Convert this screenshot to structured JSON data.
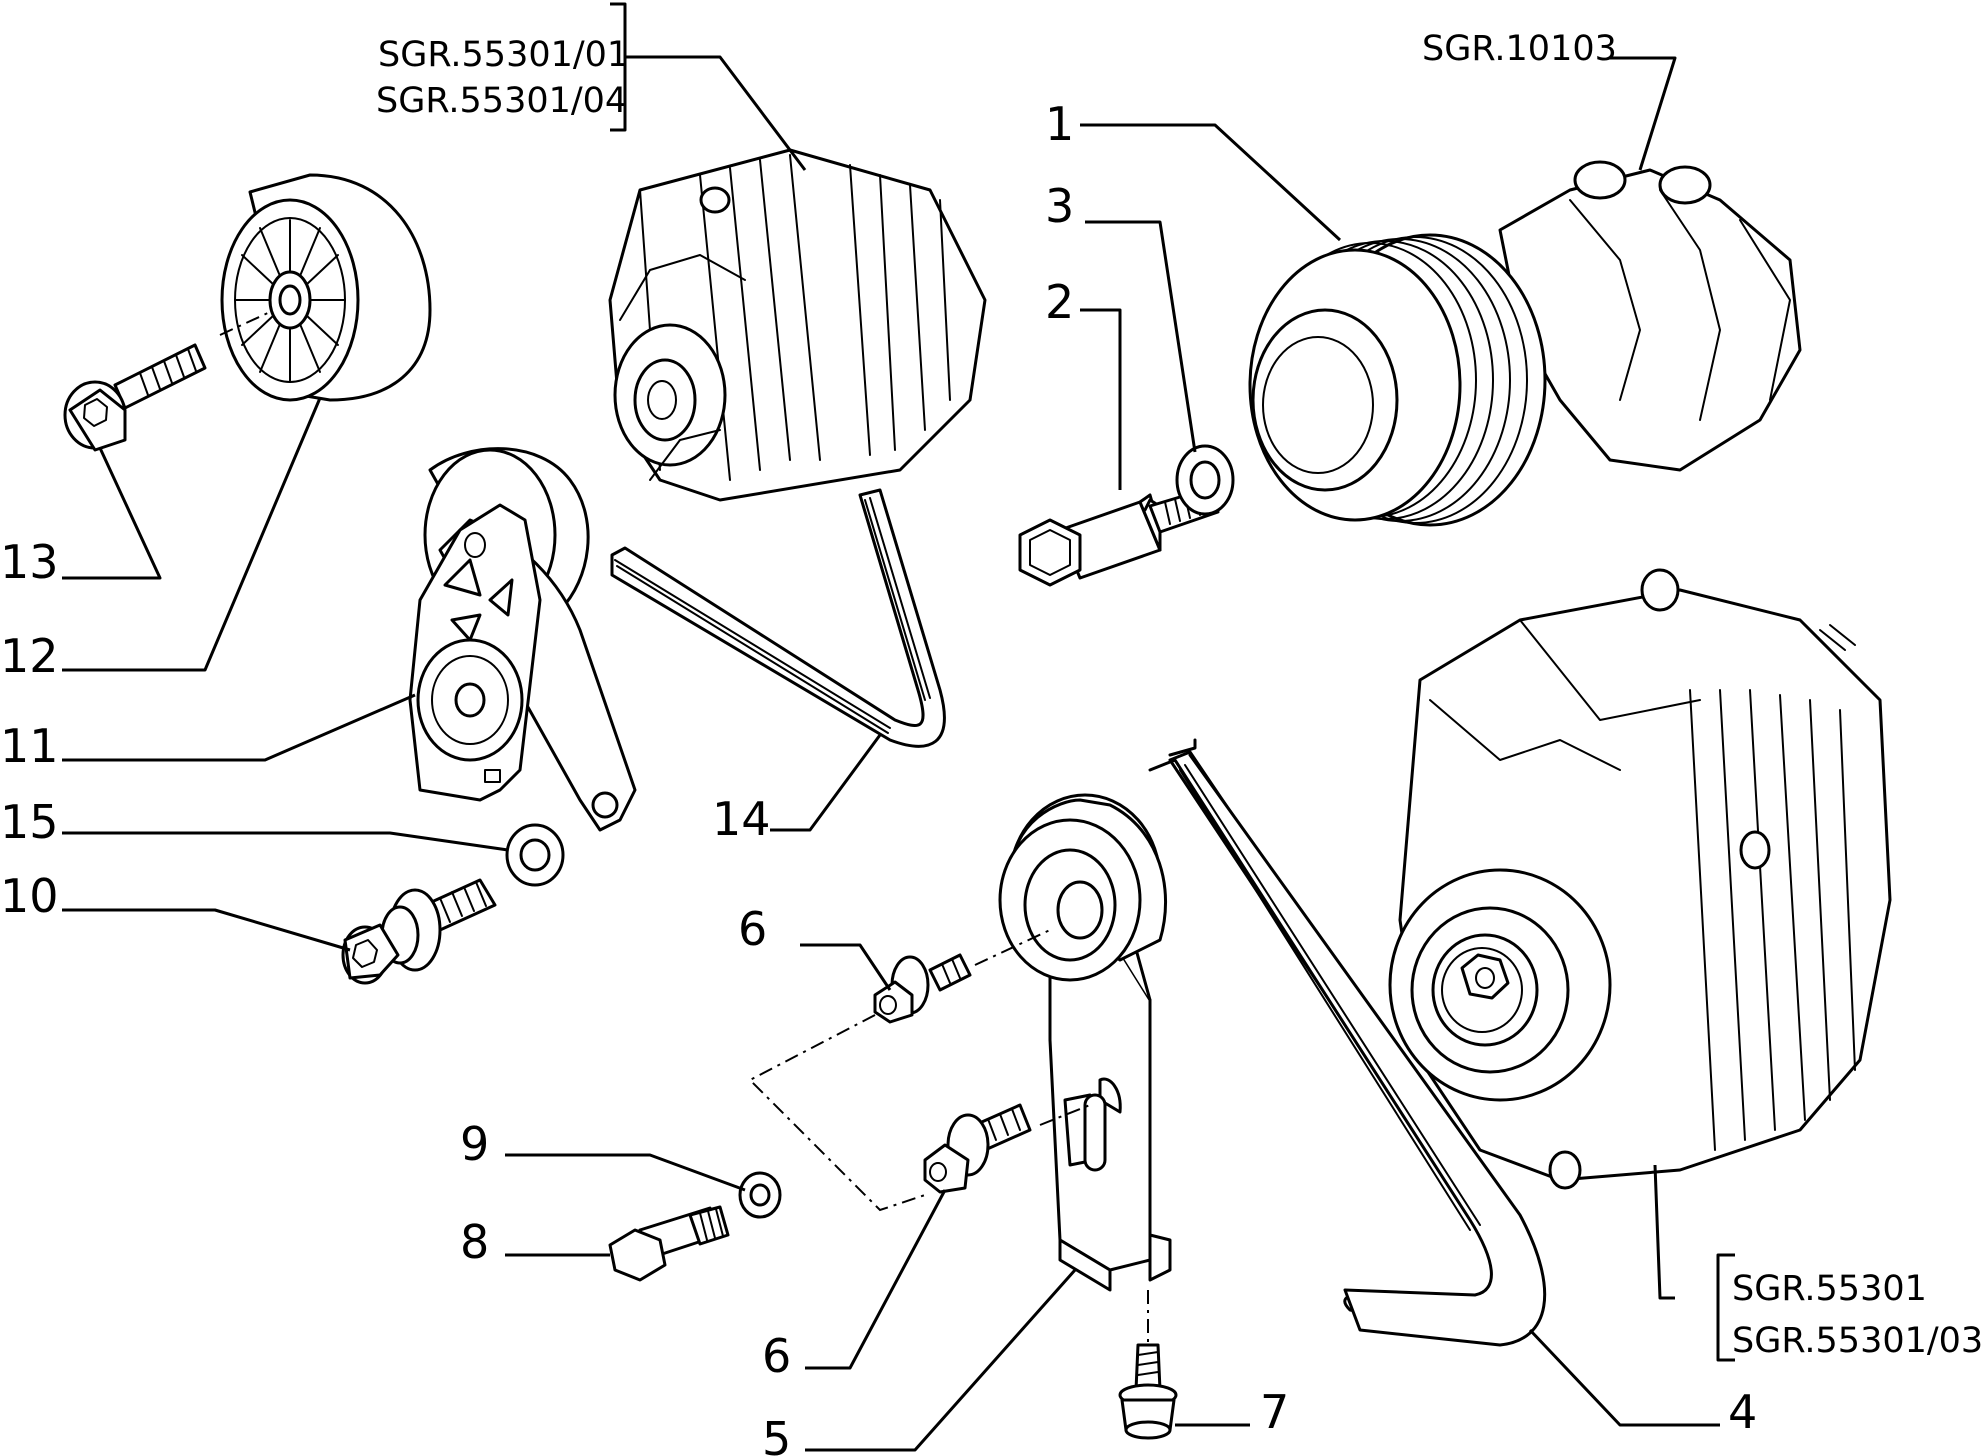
{
  "callouts": {
    "c1": "1",
    "c2": "2",
    "c3": "3",
    "c4": "4",
    "c5": "5",
    "c6a": "6",
    "c6b": "6",
    "c7": "7",
    "c8": "8",
    "c9": "9",
    "c10": "10",
    "c11": "11",
    "c12": "12",
    "c13": "13",
    "c14": "14",
    "c15": "15"
  },
  "references": {
    "alt_top_1": "SGR.55301/01",
    "alt_top_2": "SGR.55301/04",
    "crank": "SGR.10103",
    "alt_bottom_1": "SGR.55301",
    "alt_bottom_2": "SGR.55301/03"
  },
  "colors": {
    "ink": "#000000",
    "paper": "#ffffff"
  }
}
